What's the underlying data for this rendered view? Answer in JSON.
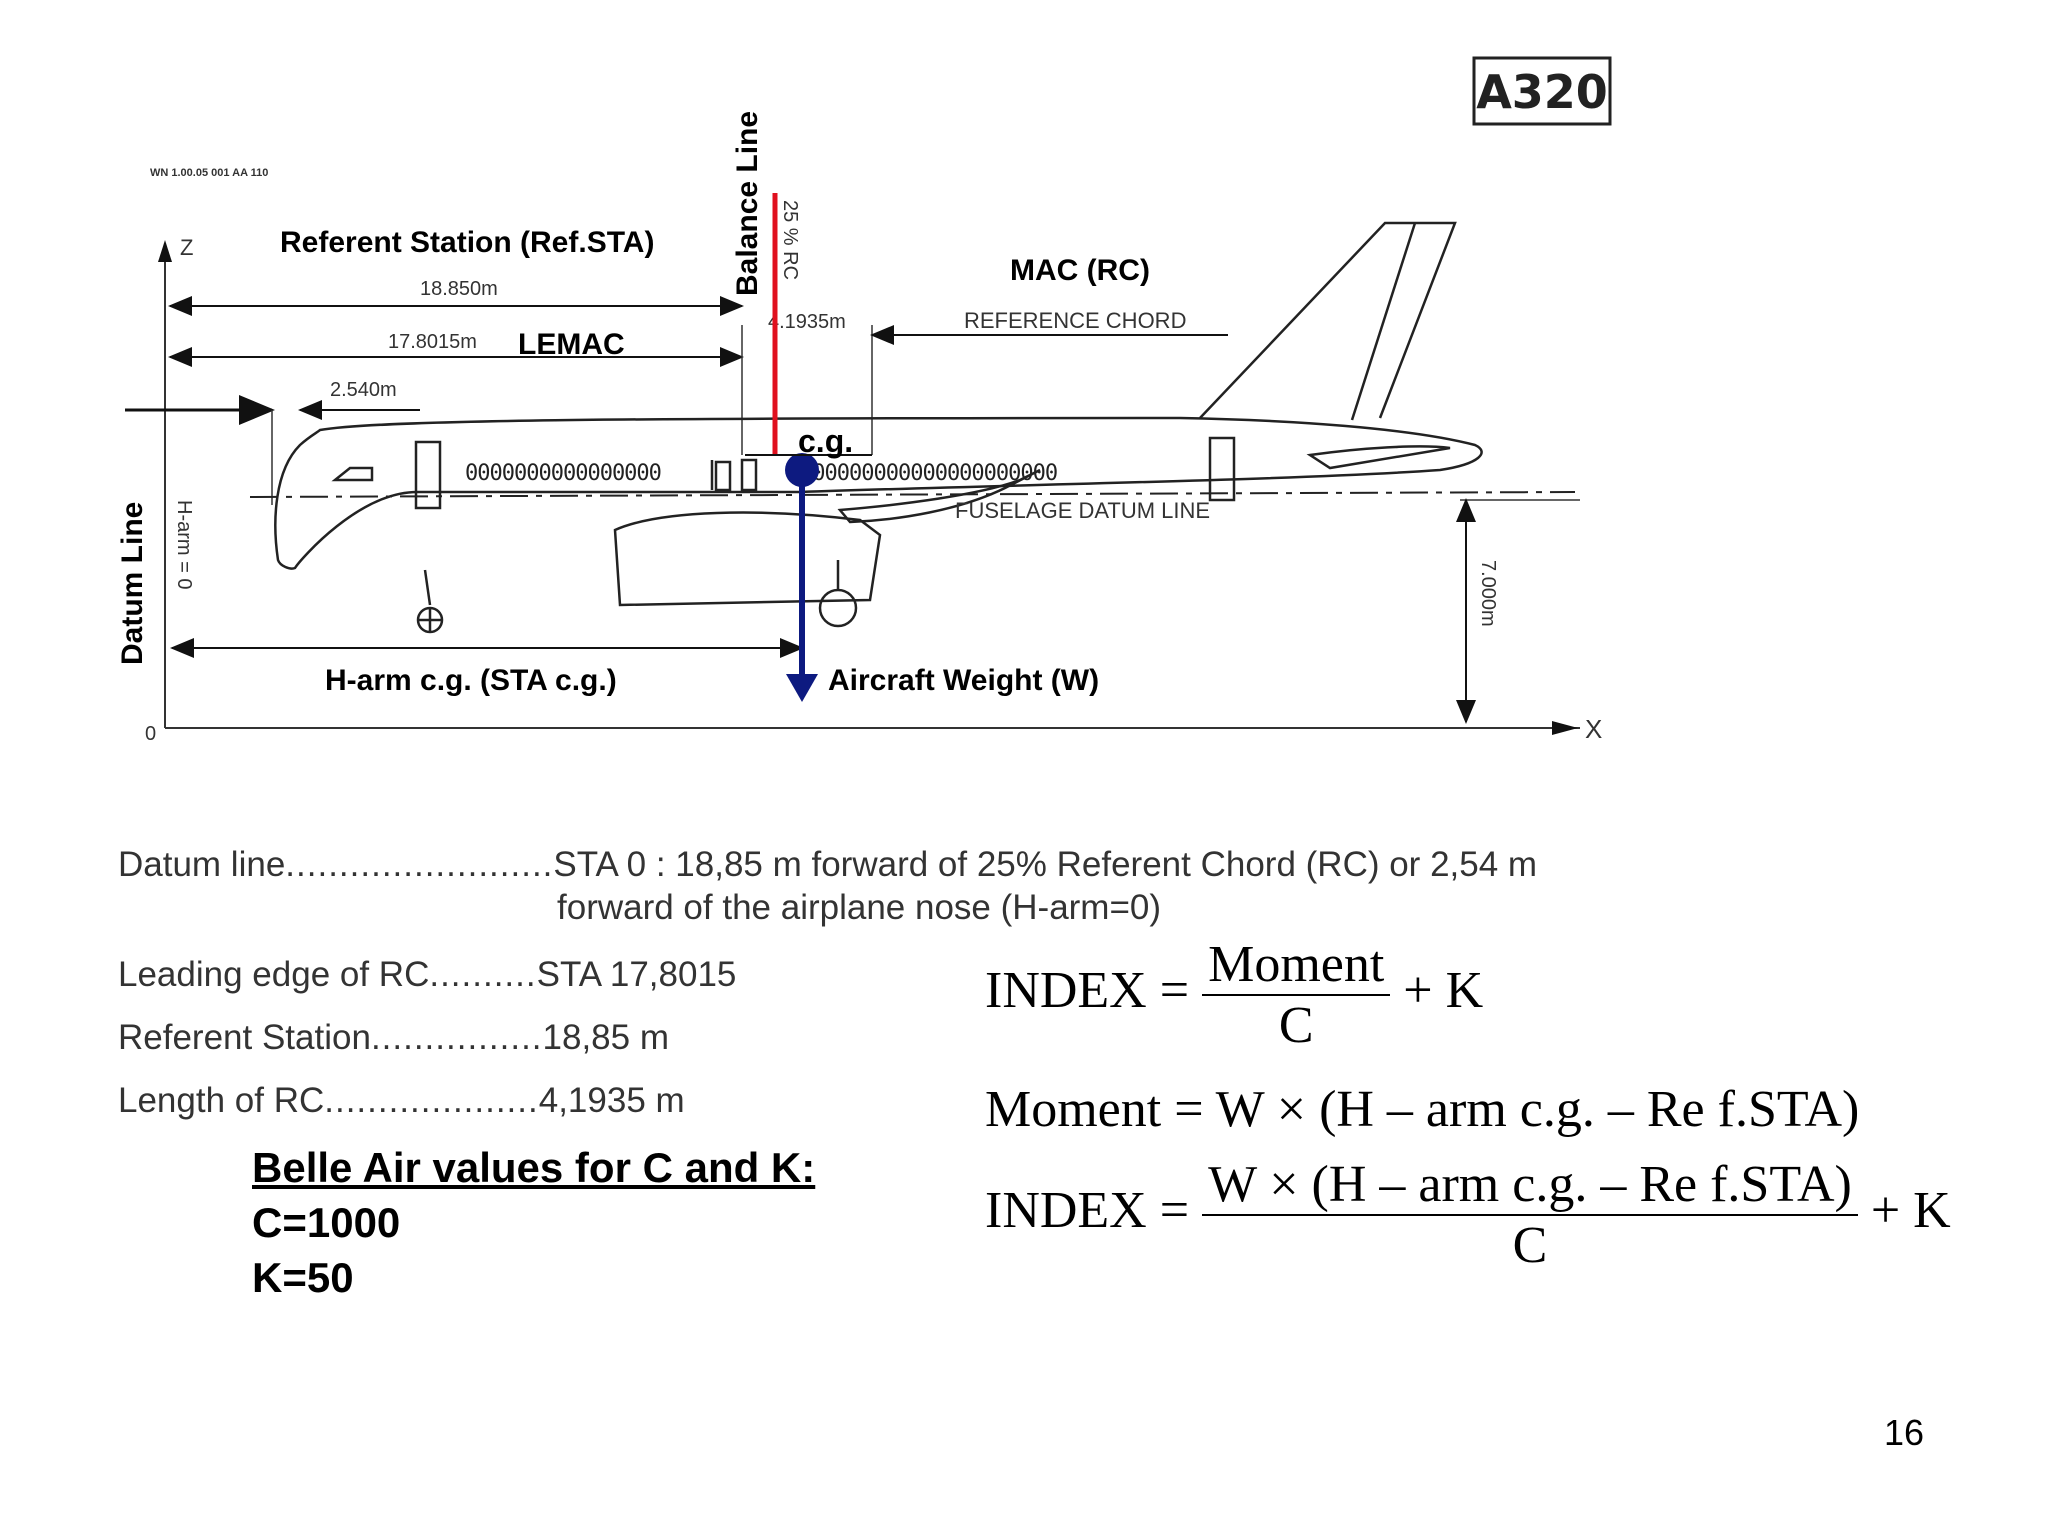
{
  "model_box": "A320",
  "doc_ref": "WN 1.00.05 001 AA 110",
  "labels": {
    "balance_line": "Balance Line",
    "ref_station": "Referent Station (Ref.STA)",
    "mac": "MAC (RC)",
    "ref_chord": "REFERENCE CHORD",
    "lemac": "LEMAC",
    "cg": "c.g.",
    "datum_line": "Datum Line",
    "harm_zero": "H-arm = 0",
    "harm_cg": "H-arm c.g. (STA c.g.)",
    "aircraft_weight": "Aircraft Weight (W)",
    "fuselage_datum": "FUSELAGE DATUM LINE",
    "pct_rc": "25 % RC",
    "axis_z": "Z",
    "axis_x": "X",
    "origin": "0",
    "height_dim": "7.000m"
  },
  "dimensions": {
    "d18850": "18.850m",
    "d17801": "17.8015m",
    "d2540": "2.540m",
    "d4193": "4.1935m"
  },
  "windows": "0000000000000000",
  "windows_rear": "000000000000000000000",
  "definitions": [
    {
      "term": "Datum line",
      "dots": ".........................",
      "value": "STA 0 : 18,85 m forward of 25% Referent Chord (RC) or 2,54 m",
      "value2": "forward of the airplane nose (H-arm=0)"
    },
    {
      "term": "Leading edge of RC",
      "dots": "..........",
      "value": "STA 17,8015"
    },
    {
      "term": "Referent Station",
      "dots": "................",
      "value": "18,85 m"
    },
    {
      "term": "Length of RC",
      "dots": "....................",
      "value": "4,1935 m"
    }
  ],
  "belle": {
    "heading": "Belle Air values for C and K:",
    "c": "C=1000",
    "k": "K=50"
  },
  "formulas": {
    "f1_left": "INDEX =",
    "f1_num": "Moment",
    "f1_den": "C",
    "f1_right": "+ K",
    "f2": "Moment = W × (H – arm c.g. – Re f.STA)",
    "f3_left": "INDEX =",
    "f3_num": "W × (H – arm c.g. – Re f.STA)",
    "f3_den": "C",
    "f3_right": "+ K"
  },
  "page_number": "16",
  "colors": {
    "balance_line": "#e0101e",
    "weight_arrow": "#0d1a80"
  }
}
